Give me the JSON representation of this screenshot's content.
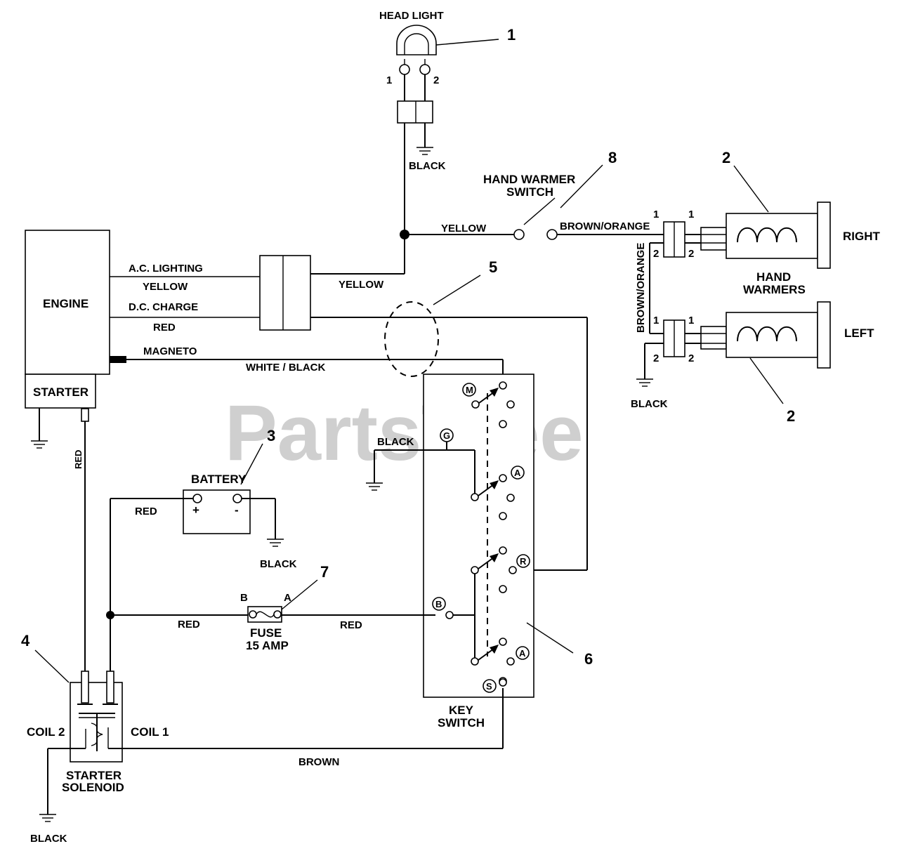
{
  "watermark": "PartsTree",
  "watermark_tm": "™",
  "components": {
    "headlight": "HEAD LIGHT",
    "engine": "ENGINE",
    "starter": "STARTER",
    "battery": "BATTERY",
    "battery_plus": "+",
    "battery_minus": "-",
    "fuse_line1": "FUSE",
    "fuse_line2": "15 AMP",
    "fuse_b": "B",
    "fuse_a": "A",
    "hand_warmer_switch_line1": "HAND WARMER",
    "hand_warmer_switch_line2": "SWITCH",
    "hand_warmers_line1": "HAND",
    "hand_warmers_line2": "WARMERS",
    "right": "RIGHT",
    "left": "LEFT",
    "key_switch_line1": "KEY",
    "key_switch_line2": "SWITCH",
    "solenoid_line1": "STARTER",
    "solenoid_line2": "SOLENOID",
    "coil1": "COIL 1",
    "coil2": "COIL 2"
  },
  "wires": {
    "ac_lighting": "A.C. LIGHTING",
    "yellow": "YELLOW",
    "dc_charge": "D.C. CHARGE",
    "red": "RED",
    "magneto": "MAGNETO",
    "white_black": "WHITE / BLACK",
    "black": "BLACK",
    "brown_orange": "BROWN/ORANGE",
    "brown": "BROWN"
  },
  "pins": {
    "one": "1",
    "two": "2"
  },
  "key_terminals": {
    "m": "M",
    "g": "G",
    "a": "A",
    "r": "R",
    "b": "B",
    "s": "S"
  },
  "callouts": [
    "1",
    "2",
    "3",
    "4",
    "5",
    "6",
    "7",
    "8"
  ]
}
